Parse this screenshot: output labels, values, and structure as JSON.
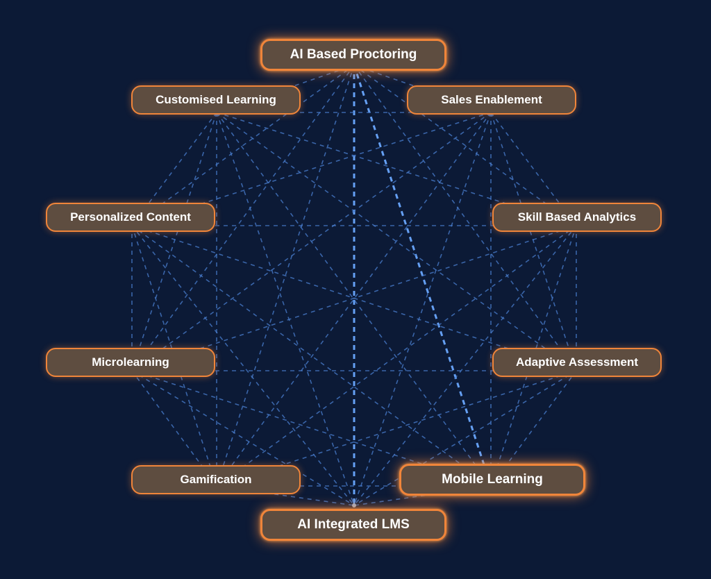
{
  "nodes": [
    {
      "id": "ai-proctoring",
      "label": "AI Based Proctoring",
      "highlight": true
    },
    {
      "id": "customised-learning",
      "label": "Customised Learning",
      "highlight": false
    },
    {
      "id": "sales-enablement",
      "label": "Sales Enablement",
      "highlight": false
    },
    {
      "id": "personalized-content",
      "label": "Personalized Content",
      "highlight": false
    },
    {
      "id": "skill-analytics",
      "label": "Skill Based Analytics",
      "highlight": false
    },
    {
      "id": "microlearning",
      "label": "Microlearning",
      "highlight": false
    },
    {
      "id": "adaptive-assessment",
      "label": "Adaptive Assessment",
      "highlight": false
    },
    {
      "id": "gamification",
      "label": "Gamification",
      "highlight": false
    },
    {
      "id": "mobile-learning",
      "label": "Mobile Learning",
      "highlight": true
    },
    {
      "id": "ai-lms",
      "label": "AI Integrated LMS",
      "highlight": true
    }
  ],
  "edges": "complete graph (every node connected to every other node, dashed)",
  "highlighted_edges": [
    [
      "ai-proctoring",
      "ai-lms"
    ],
    [
      "ai-proctoring",
      "mobile-learning"
    ]
  ],
  "colors": {
    "background": "#0c1a36",
    "edge": "#4a7fd0",
    "edge_highlight": "#6aa8ff",
    "pill_fill": "#5e4d40",
    "pill_border": "#f0853a",
    "label_text": "#ffffff"
  }
}
